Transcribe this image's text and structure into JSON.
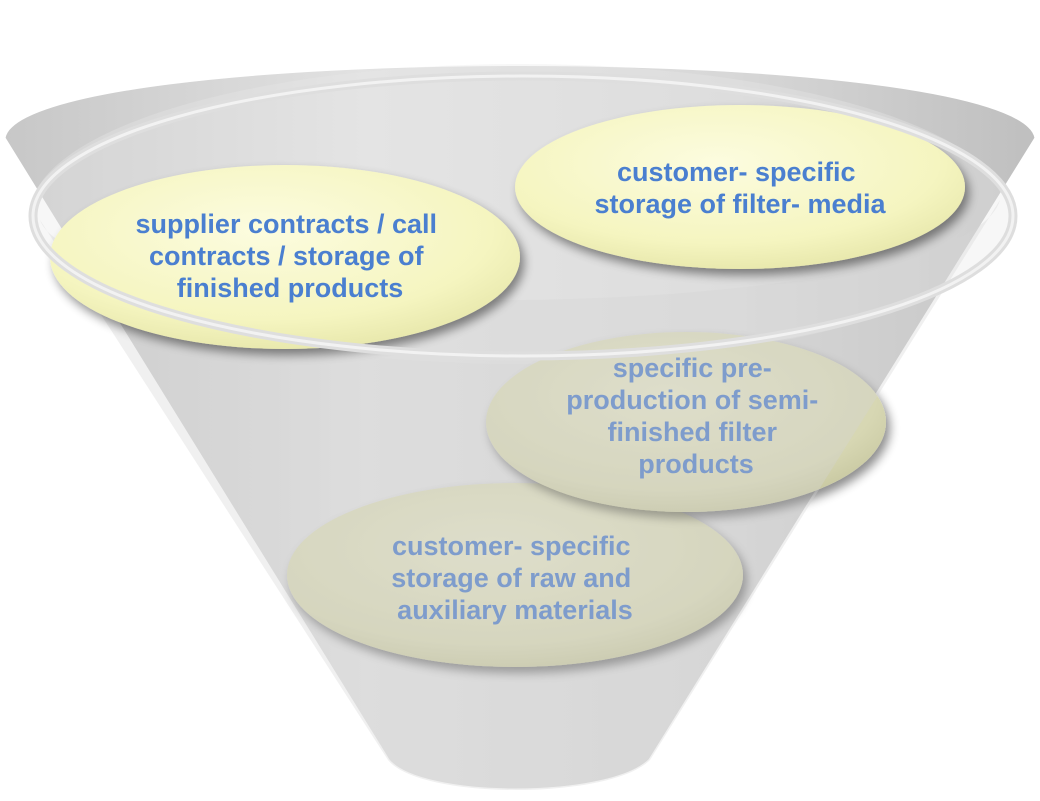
{
  "diagram": {
    "ellipses": [
      {
        "id": "customer-specific-storage-of-filter-media",
        "lines": [
          "customer- specific",
          "storage of filter- media"
        ]
      },
      {
        "id": "supplier-contracts",
        "lines": [
          "supplier contracts / call",
          "contracts / storage of",
          "finished products"
        ]
      },
      {
        "id": "specific-pre-production",
        "lines": [
          "specific pre-",
          "production of semi-",
          "finished filter",
          "products"
        ]
      },
      {
        "id": "customer-specific-storage-of-raw-materials",
        "lines": [
          "customer- specific",
          "storage of raw and",
          "auxiliary materials"
        ]
      }
    ]
  },
  "colors": {
    "funnel_body": "#d9d9d9",
    "funnel_rim": "#e6e6e6",
    "ellipse_fill": "#f7f7c6",
    "text_front": "#4a7fd0",
    "text_back": "#7e9ccc"
  }
}
